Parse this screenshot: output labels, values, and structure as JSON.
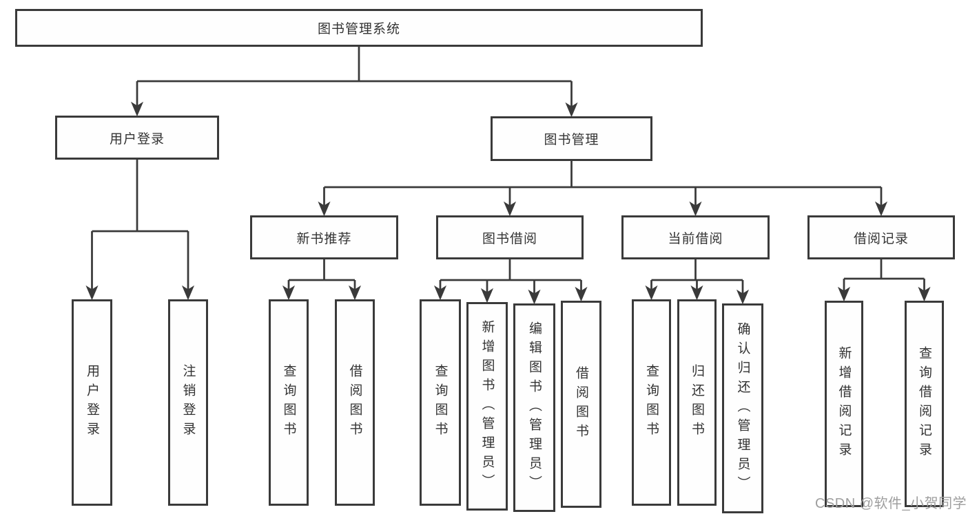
{
  "diagram": {
    "title": "图书管理系统",
    "root": {
      "id": "system",
      "label": "图书管理系统",
      "children": [
        {
          "id": "user-login",
          "label": "用户登录",
          "children": [
            {
              "id": "user-login-action",
              "label": "用户登录"
            },
            {
              "id": "logout-action",
              "label": "注销登录"
            }
          ]
        },
        {
          "id": "book-management",
          "label": "图书管理",
          "children": [
            {
              "id": "new-book-recommendation",
              "label": "新书推荐",
              "children": [
                {
                  "id": "query-books-1",
                  "label": "查询图书"
                },
                {
                  "id": "borrow-books-1",
                  "label": "借阅图书"
                }
              ]
            },
            {
              "id": "book-borrowing",
              "label": "图书借阅",
              "children": [
                {
                  "id": "query-books-2",
                  "label": "查询图书"
                },
                {
                  "id": "add-books-admin",
                  "label": "新增图书（管理员）"
                },
                {
                  "id": "edit-books-admin",
                  "label": "编辑图书（管理员）"
                },
                {
                  "id": "borrow-books-2",
                  "label": "借阅图书"
                }
              ]
            },
            {
              "id": "current-borrowing",
              "label": "当前借阅",
              "children": [
                {
                  "id": "query-books-3",
                  "label": "查询图书"
                },
                {
                  "id": "return-books",
                  "label": "归还图书"
                },
                {
                  "id": "confirm-return-admin",
                  "label": "确认归还（管理员）"
                }
              ]
            },
            {
              "id": "borrowing-records",
              "label": "借阅记录",
              "children": [
                {
                  "id": "add-borrow-record",
                  "label": "新增借阅记录"
                },
                {
                  "id": "query-borrow-record",
                  "label": "查询借阅记录"
                }
              ]
            }
          ]
        }
      ]
    },
    "colors": {
      "line": "#3a3a3a",
      "box_border": "#3a3a3a",
      "text": "#333333",
      "background": "#ffffff",
      "watermark": "#9e9e9e"
    }
  },
  "watermark": {
    "text": "CSDN @软件_小贺同学"
  }
}
